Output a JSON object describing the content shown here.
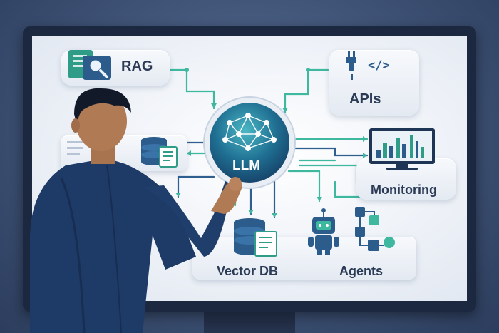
{
  "nodes": {
    "rag": "RAG",
    "apis": "APIs",
    "llm": "LLM",
    "monitoring": "Monitoring",
    "vector_db": "Vector DB",
    "agents": "Agents"
  },
  "icons": {
    "rag": "search-document-icon",
    "apis": "plug-code-icon",
    "llm": "neural-network-icon",
    "monitoring": "dashboard-monitor-icon",
    "vector_db": "database-icon",
    "agents": "robot-icon"
  },
  "colors": {
    "connector": "#3fb8a0",
    "connector_dark": "#2f5f8f",
    "llm_orb": "#1f6f92",
    "accent": "#2aa58b"
  }
}
